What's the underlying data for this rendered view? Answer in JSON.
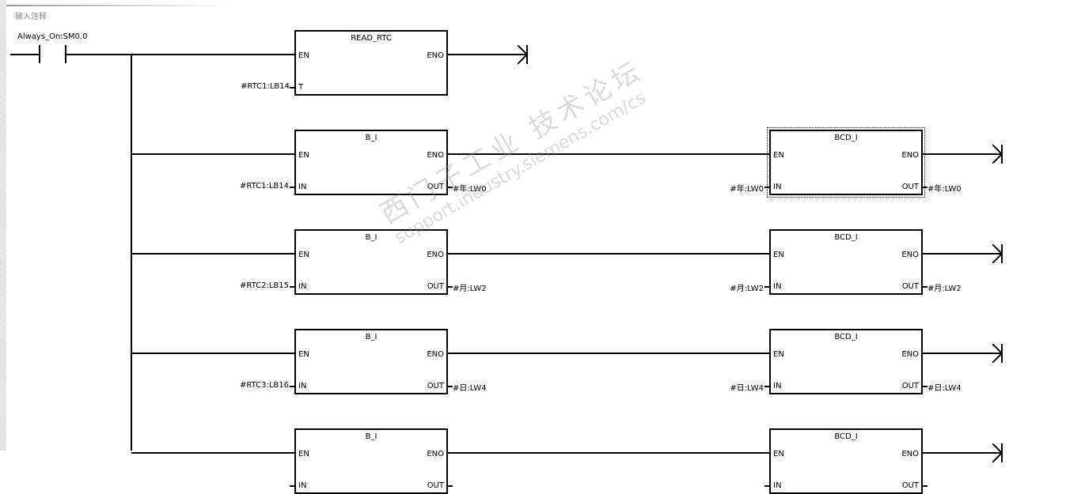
{
  "comment_placeholder": "输入注释",
  "contact": {
    "label": "Always_On:SM0.0"
  },
  "read_rtc": {
    "title": "READ_RTC",
    "en": "EN",
    "eno": "ENO",
    "param_pin": "T",
    "param_value": "#RTC1:LB14"
  },
  "rows": [
    {
      "left": {
        "title": "B_I",
        "en": "EN",
        "eno": "ENO",
        "in_pin": "IN",
        "out_pin": "OUT",
        "in_value": "#RTC1:LB14",
        "out_value": "#年:LW0"
      },
      "right": {
        "title": "BCD_I",
        "en": "EN",
        "eno": "ENO",
        "in_pin": "IN",
        "out_pin": "OUT",
        "in_value": "#年:LW0",
        "out_value": "#年:LW0",
        "selected": true
      }
    },
    {
      "left": {
        "title": "B_I",
        "en": "EN",
        "eno": "ENO",
        "in_pin": "IN",
        "out_pin": "OUT",
        "in_value": "#RTC2:LB15",
        "out_value": "#月:LW2"
      },
      "right": {
        "title": "BCD_I",
        "en": "EN",
        "eno": "ENO",
        "in_pin": "IN",
        "out_pin": "OUT",
        "in_value": "#月:LW2",
        "out_value": "#月:LW2"
      }
    },
    {
      "left": {
        "title": "B_I",
        "en": "EN",
        "eno": "ENO",
        "in_pin": "IN",
        "out_pin": "OUT",
        "in_value": "#RTC3:LB16",
        "out_value": "#日:LW4"
      },
      "right": {
        "title": "BCD_I",
        "en": "EN",
        "eno": "ENO",
        "in_pin": "IN",
        "out_pin": "OUT",
        "in_value": "#日:LW4",
        "out_value": "#日:LW4"
      }
    },
    {
      "left": {
        "title": "B_I",
        "en": "EN",
        "eno": "ENO",
        "in_pin": "IN",
        "out_pin": "OUT",
        "in_value": "",
        "out_value": ""
      },
      "right": {
        "title": "BCD_I",
        "en": "EN",
        "eno": "ENO",
        "in_pin": "IN",
        "out_pin": "OUT",
        "in_value": "",
        "out_value": ""
      }
    }
  ],
  "watermark": {
    "line1": "西门子工业 技术论坛",
    "line2": "support.industry.siemens.com/cs"
  }
}
